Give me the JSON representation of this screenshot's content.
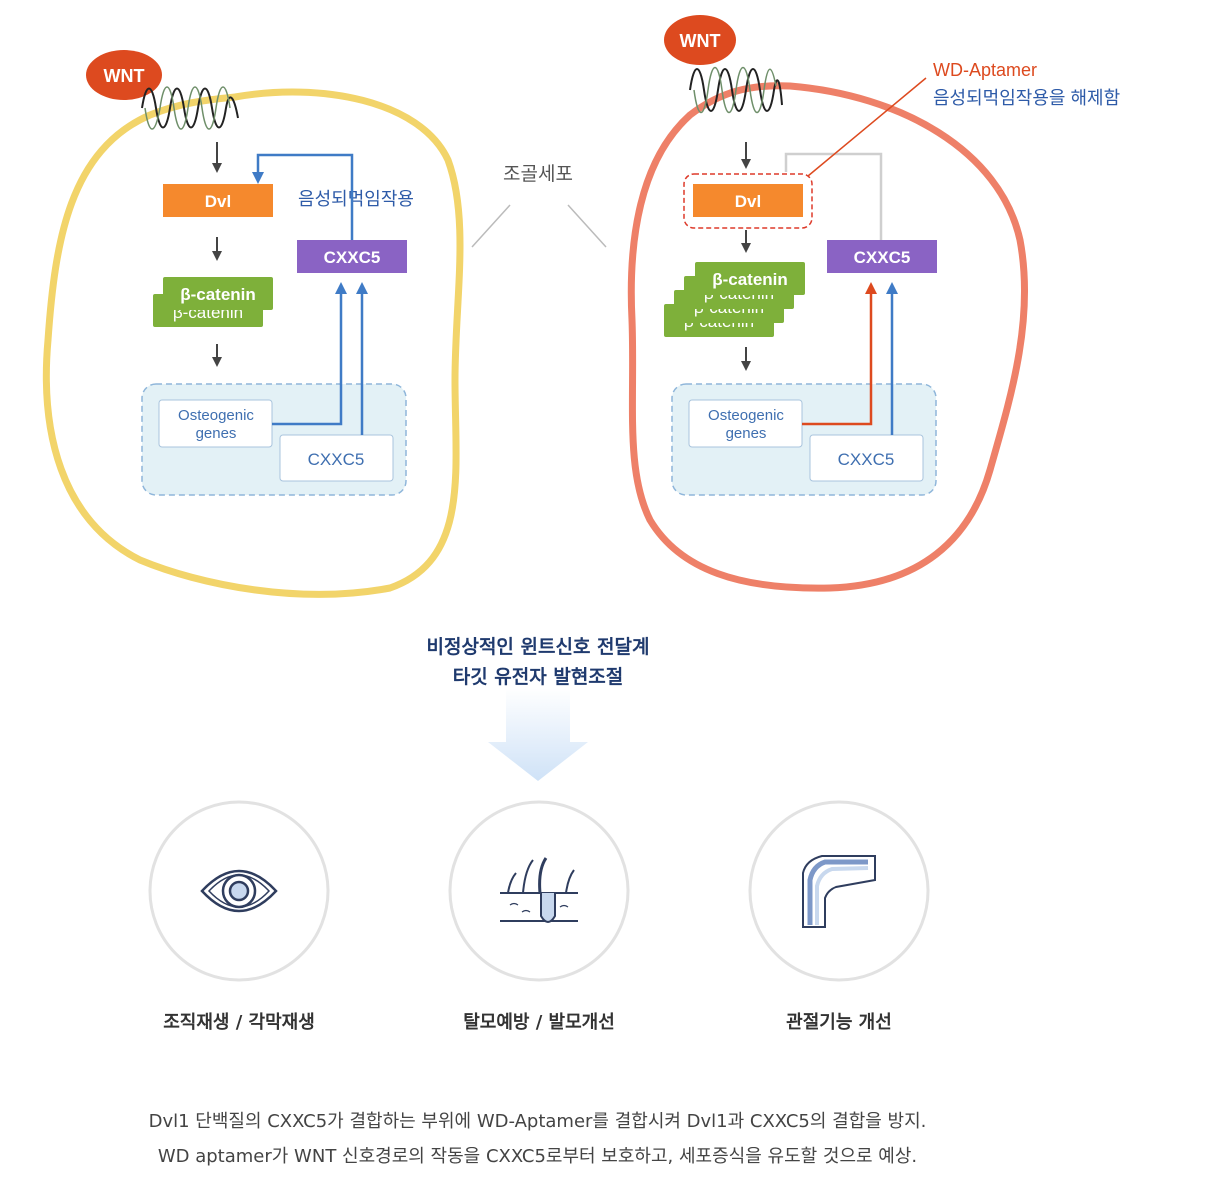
{
  "diagram": {
    "center_label": "조골세포",
    "left_cell": {
      "wnt": "WNT",
      "dvl": "Dvl",
      "beta_catenin": "β-catenin",
      "beta_catenin_back": "β-catenin",
      "cxxc5": "CXXC5",
      "feedback": "음성되먹임작용",
      "osteo_line1": "Osteogenic",
      "osteo_line2": "genes",
      "cxxc5_gene": "CXXC5"
    },
    "right_cell": {
      "wnt": "WNT",
      "dvl": "Dvl",
      "beta_catenin": "β-catenin",
      "beta_catenin_back": "β-catenin",
      "cxxc5": "CXXC5",
      "aptamer_title": "WD-Aptamer",
      "aptamer_desc": "음성되먹임작용을 해제함",
      "osteo_line1": "Osteogenic",
      "osteo_line2": "genes",
      "cxxc5_gene": "CXXC5"
    }
  },
  "middle": {
    "line1": "비정상적인 윈트신호 전달계",
    "line2": "타깃 유전자 발현조절"
  },
  "effects": [
    {
      "label": "조직재생 / 각막재생",
      "icon": "eye-icon"
    },
    {
      "label": "탈모예방 / 발모개선",
      "icon": "hair-follicle-icon"
    },
    {
      "label": "관절기능 개선",
      "icon": "knee-joint-icon"
    }
  ],
  "note": {
    "line1": "Dvl1 단백질의 CXXC5가 결합하는 부위에 WD-Aptamer를 결합시켜 Dvl1과 CXXC5의 결합을 방지.",
    "line2": "WD aptamer가 WNT 신호경로의 작동을 CXXC5로부터 보호하고, 세포증식을 유도할 것으로 예상."
  },
  "colors": {
    "cell_left": "#f2d46a",
    "cell_right": "#ee8068",
    "wnt": "#dd4a1f",
    "dvl": "#f5892d",
    "catenin": "#7eb03a",
    "cxxc5": "#8a63c4",
    "arrow_blue": "#3f7bc6",
    "arrow_red": "#dd4a1f",
    "nucleus": "#e3f1f6",
    "text_blue": "#2e5ba8"
  }
}
